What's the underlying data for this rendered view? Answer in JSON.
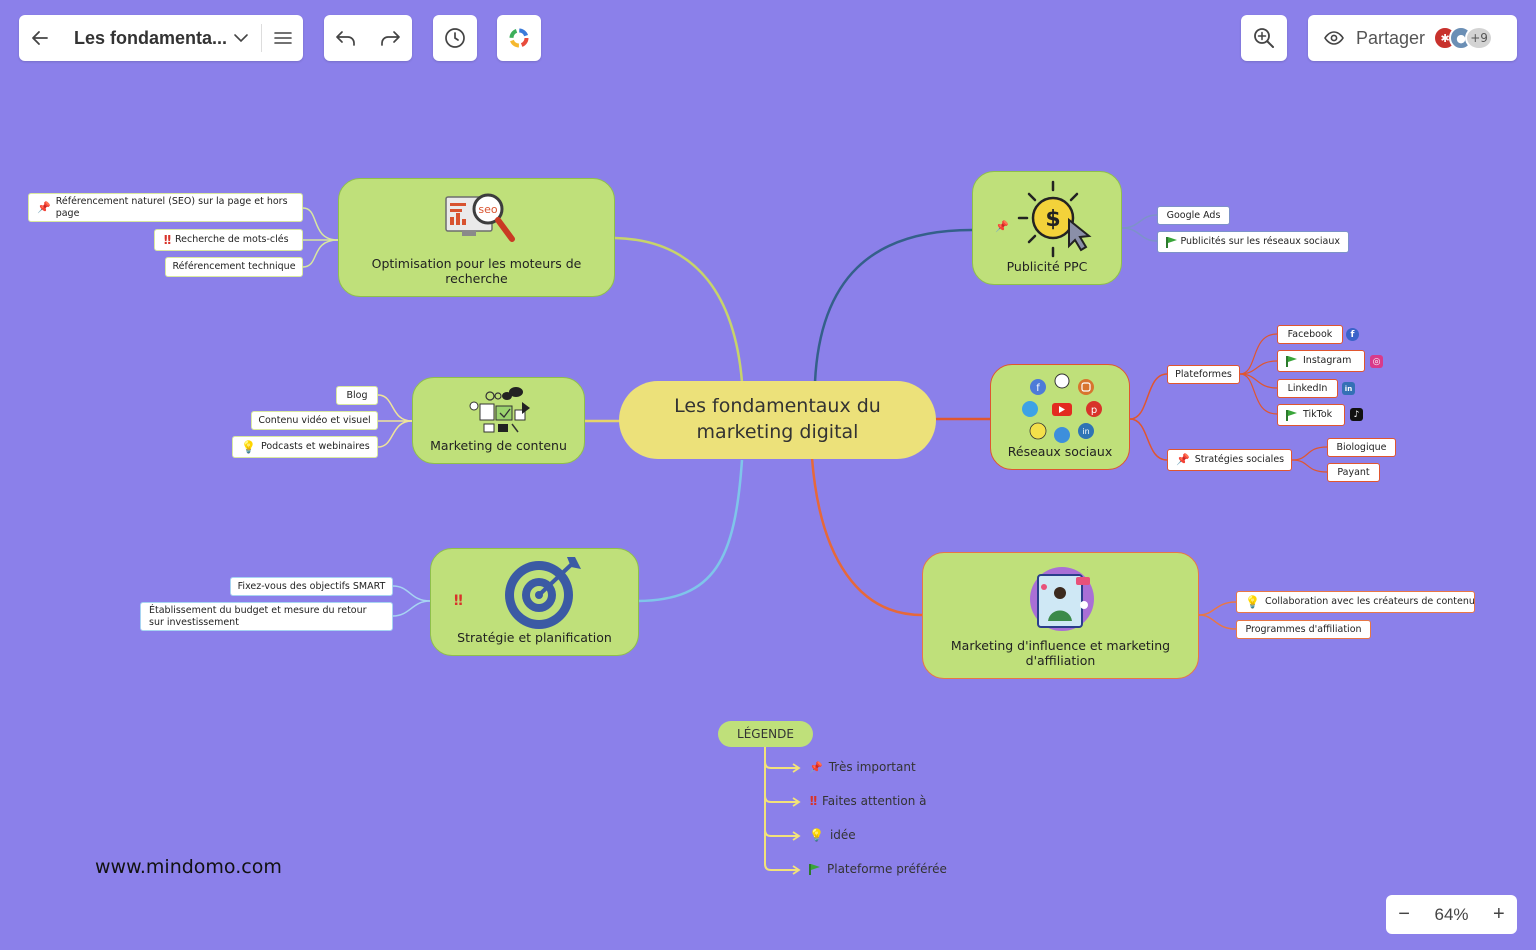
{
  "toolbar": {
    "map_title": "Les fondamenta...",
    "share_label": "Partager",
    "collaborators_extra": "+9"
  },
  "central": {
    "line1": "Les fondamentaux du",
    "line2": "marketing digital"
  },
  "nodes": {
    "seo": {
      "label": "Optimisation pour les moteurs de recherche",
      "image_text": "seo",
      "children": [
        "Référencement naturel (SEO) sur la page et hors page",
        "Recherche de mots-clés",
        "Référencement technique"
      ]
    },
    "content": {
      "label": "Marketing de contenu",
      "children": [
        "Blog",
        "Contenu vidéo et visuel",
        "Podcasts et webinaires"
      ]
    },
    "strategy": {
      "label": "Stratégie et planification",
      "children": [
        "Fixez-vous des objectifs SMART",
        "Établissement du budget et mesure du retour sur investissement"
      ]
    },
    "ppc": {
      "label": "Publicité PPC",
      "children": [
        "Google Ads",
        "Publicités sur les réseaux sociaux"
      ]
    },
    "social": {
      "label": "Réseaux sociaux",
      "platforms_label": "Plateformes",
      "platforms": [
        "Facebook",
        "Instagram",
        "LinkedIn",
        "TikTok"
      ],
      "strategies_label": "Stratégies sociales",
      "strategies": [
        "Biologique",
        "Payant"
      ]
    },
    "influence": {
      "label": "Marketing d'influence et marketing d'affiliation",
      "children": [
        "Collaboration avec les créateurs de contenu",
        "Programmes d'affiliation"
      ]
    }
  },
  "legend": {
    "title": "LÉGENDE",
    "items": [
      "Très important",
      "Faites attention à",
      "idée",
      "Plateforme préférée"
    ]
  },
  "watermark": "www.mindomo.com",
  "zoom": {
    "level": "64%",
    "minus": "−",
    "plus": "+"
  },
  "colors": {
    "background": "#8b80ea",
    "node_fill": "#bfe07a",
    "central_fill": "#ece17a"
  }
}
